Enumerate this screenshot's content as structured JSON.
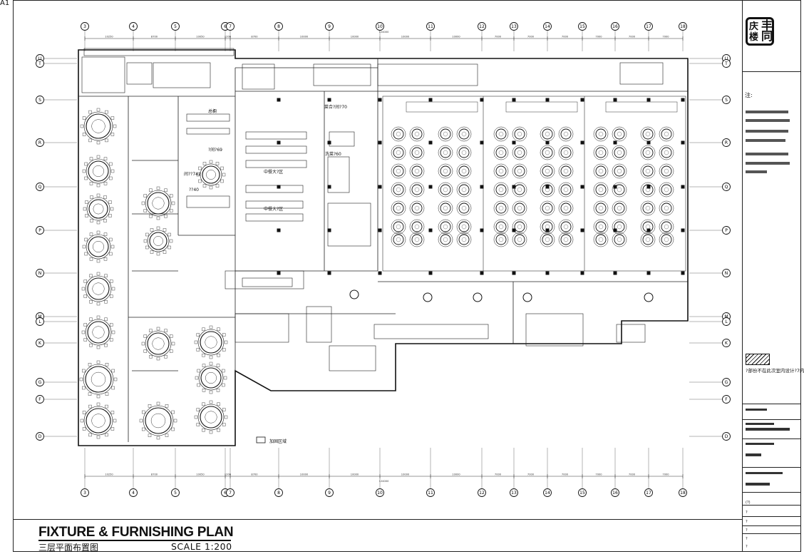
{
  "sheet": {
    "tag": "A1"
  },
  "title": {
    "en": "FIXTURE & FURNISHING PLAN",
    "cn": "三层平面布置图",
    "scale": "SCALE 1:200"
  },
  "logo": {
    "chars": [
      "庆",
      "丰",
      "楼",
      "同"
    ]
  },
  "notes": {
    "heading": "注:",
    "legend_label": "?部份不在此次室内设计?7内"
  },
  "grid": {
    "columns": [
      "3",
      "4",
      "5",
      "6",
      "7",
      "8",
      "9",
      "10",
      "11",
      "12",
      "13",
      "14",
      "15",
      "16",
      "17",
      "18"
    ],
    "rows": [
      "U",
      "T",
      "S",
      "R",
      "Q",
      "P",
      "N",
      "M",
      "L",
      "K",
      "G",
      "F",
      "D"
    ],
    "top_dims": [
      "10250",
      "8700",
      "10050",
      "1200",
      "8700",
      "10000",
      "10000",
      "10000",
      "10000",
      "7000",
      "7000",
      "7000",
      "7000",
      "7000",
      "7000"
    ],
    "top_total": "124000",
    "bottom_dims": [
      "10250",
      "8700",
      "10050",
      "1200",
      "8700",
      "10000",
      "10000",
      "10000",
      "10000",
      "7000",
      "7000",
      "7000",
      "7000",
      "7000",
      "7000"
    ],
    "bottom_total": "124000"
  },
  "rooms": {
    "zongchu": "总橱",
    "zhongcan_1": "中餐大?区",
    "zhongcan_2": "中餐大?区",
    "room_769": "?间?69",
    "room_742": "间??742",
    "room_740": "??40",
    "room_760": "洗菜?60",
    "room_770": "菜合?间?70",
    "add_area": "加固区域"
  },
  "info_panel": {
    "rows": [
      "(?)",
      "?",
      "?",
      "?",
      "?",
      "?"
    ]
  },
  "colors": {
    "ink": "#111111",
    "accent": "#555555"
  }
}
